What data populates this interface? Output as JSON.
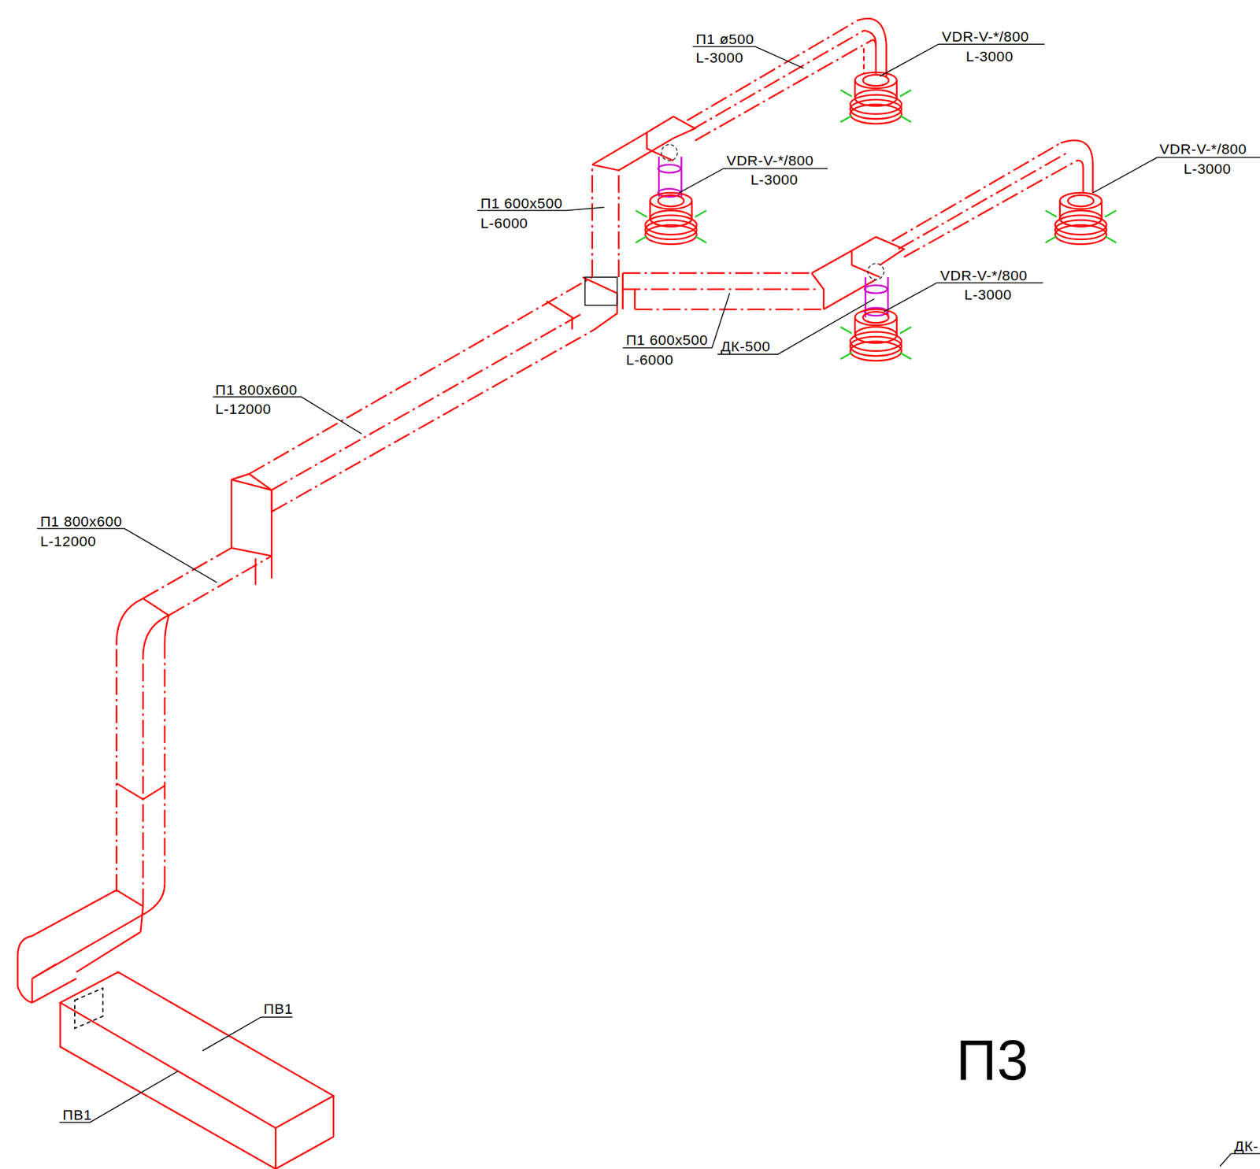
{
  "diagram": {
    "labels": [
      "П1 ø500",
      "L-3000",
      "VDR-V-*/800",
      "L-3000",
      "VDR-V-*/800",
      "L-3000",
      "VDR-V-*/800",
      "L-3000",
      "VDR-V-*/800",
      "L-3000",
      "П1 600x500",
      "L-6000",
      "П1 600x500",
      "L-6000",
      "ДК-500",
      "П1 800x600",
      "L-12000",
      "П1 800x600",
      "L-12000",
      "ПВ1",
      "ПВ1",
      "П3",
      "ДК-"
    ]
  }
}
